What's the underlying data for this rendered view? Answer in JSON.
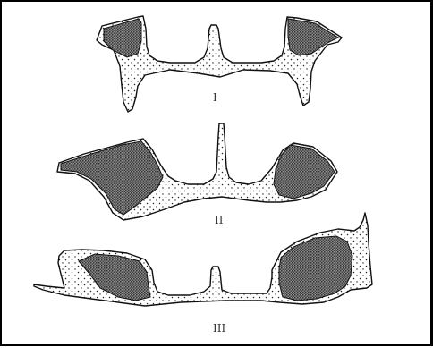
{
  "figure": {
    "labels": {
      "first": "I",
      "second": "II",
      "third": "III"
    }
  }
}
